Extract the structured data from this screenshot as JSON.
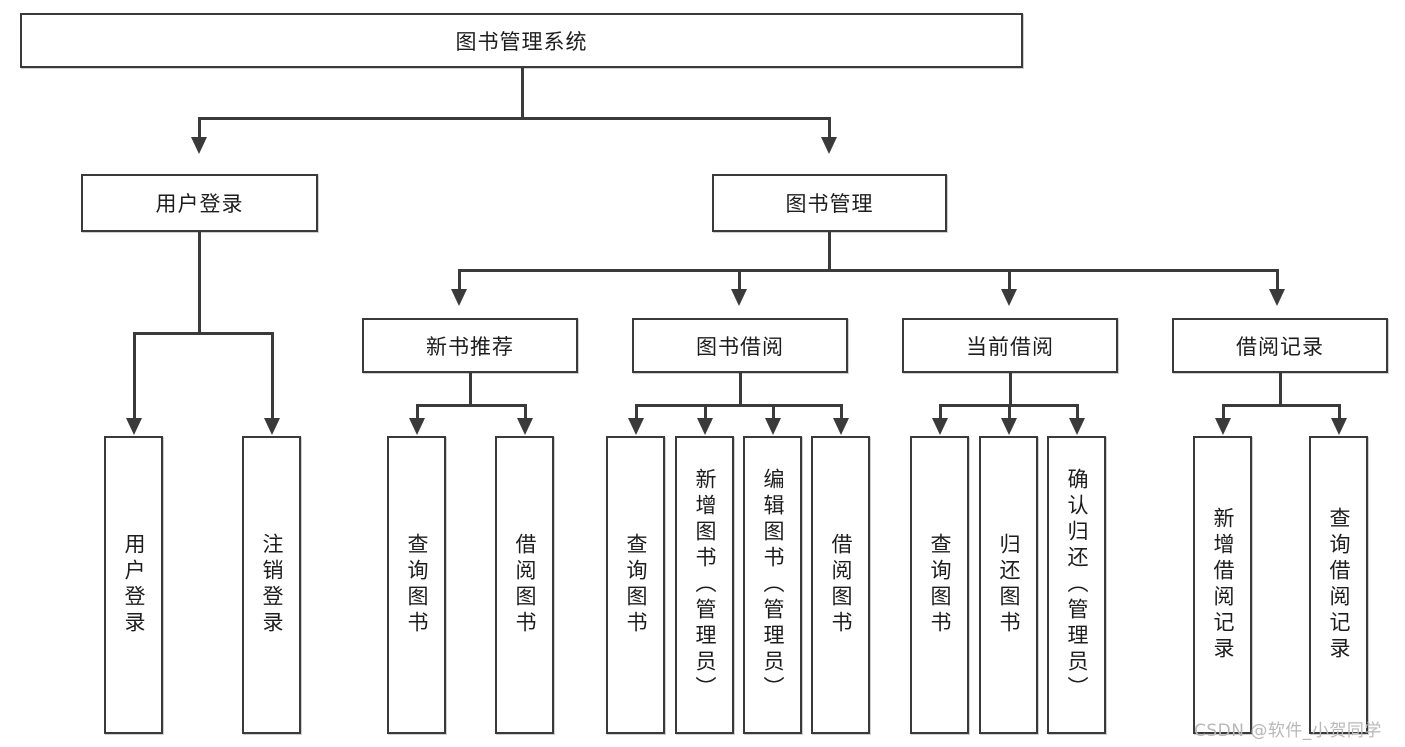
{
  "diagram": {
    "title_node": {
      "label": "图书管理系统"
    },
    "level1": [
      {
        "label": "用户登录"
      },
      {
        "label": "图书管理"
      }
    ],
    "level2": [
      {
        "label": "新书推荐"
      },
      {
        "label": "图书借阅"
      },
      {
        "label": "当前借阅"
      },
      {
        "label": "借阅记录"
      }
    ],
    "leaves": [
      {
        "label": "用户登录"
      },
      {
        "label": "注销登录"
      },
      {
        "label": "查询图书"
      },
      {
        "label": "借阅图书"
      },
      {
        "label": "查询图书"
      },
      {
        "label": "新增图书（管理员）"
      },
      {
        "label": "编辑图书（管理员）"
      },
      {
        "label": "借阅图书"
      },
      {
        "label": "查询图书"
      },
      {
        "label": "归还图书"
      },
      {
        "label": "确认归还（管理员）"
      },
      {
        "label": "新增借阅记录"
      },
      {
        "label": "查询借阅记录"
      }
    ],
    "colors": {
      "box_border": "#3a3a3a",
      "connector": "#3a3a3a",
      "text": "#1d1d1d",
      "background": "#ffffff",
      "watermark": "#b8b8b8"
    }
  },
  "watermark": {
    "text": "CSDN @软件_小贺同学"
  }
}
